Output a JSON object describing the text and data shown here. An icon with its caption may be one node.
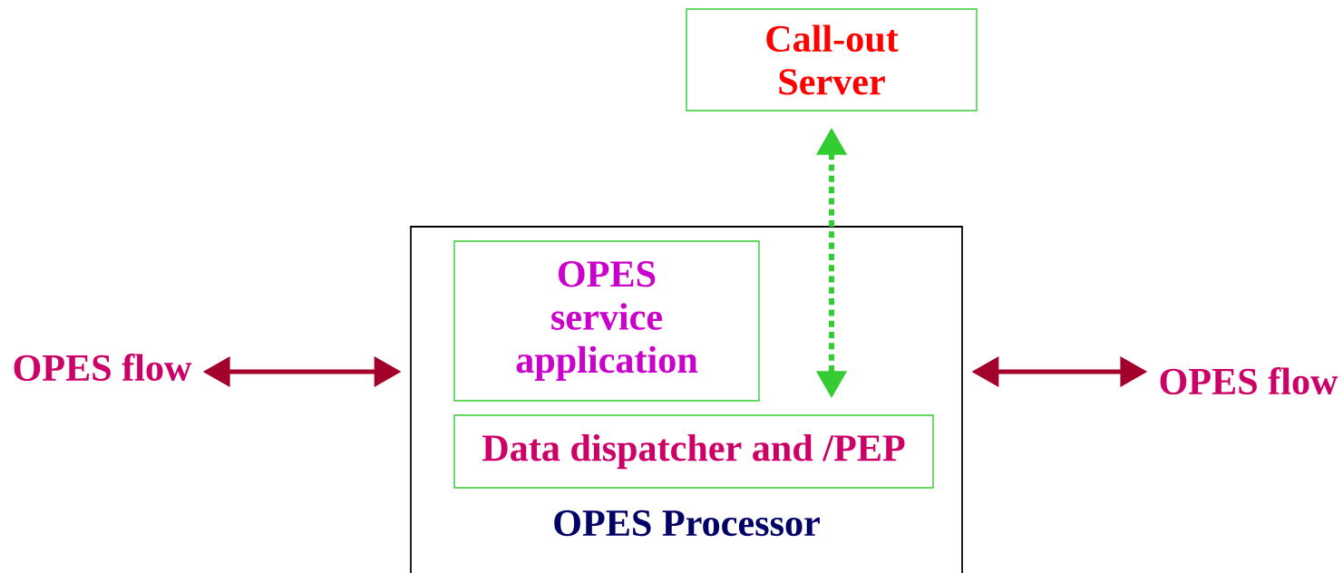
{
  "diagram": {
    "nodes": [
      {
        "text": [
          "OPES Processor"
        ]
      },
      {
        "text": [
          "OPES service application"
        ],
        "in": 0
      },
      {
        "text": [
          "Data dispatcher and /PEP"
        ],
        "in": 0
      },
      {
        "text": [
          "Call-out Server"
        ]
      },
      {
        "text": [
          "OPES flow"
        ]
      },
      {
        "text": [
          "OPES flow"
        ]
      }
    ],
    "edges": [
      {
        "from": 4,
        "to": 0,
        "arrow": "both",
        "color": "#a3002b"
      },
      {
        "from": 0,
        "to": 5,
        "arrow": "both",
        "color": "#a3002b"
      },
      {
        "from": 3,
        "to": 2,
        "arrow": "both",
        "color": "#33cc33",
        "style": "dashed"
      }
    ]
  }
}
